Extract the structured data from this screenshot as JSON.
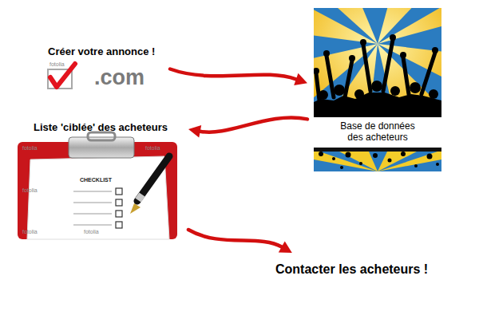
{
  "diagram": {
    "nodes": [
      {
        "text": [
          "Créer votre annonce !",
          ".com"
        ]
      },
      {
        "text": [
          "Base de données des acheteurs"
        ]
      },
      {
        "text": [
          "Liste 'ciblée' des acheteurs",
          "CHECKLIST"
        ]
      },
      {
        "text": [
          "Contacter les acheteurs !"
        ]
      }
    ],
    "edges": [
      {
        "from": 0,
        "to": 1,
        "arrow": "to"
      },
      {
        "from": 1,
        "to": 2,
        "arrow": "to"
      },
      {
        "from": 2,
        "to": 3,
        "arrow": "to"
      }
    ],
    "labels": [
      "fotolia",
      "fotolia",
      "fotolia",
      "fotolia",
      "fotolia",
      "fotolia"
    ]
  }
}
